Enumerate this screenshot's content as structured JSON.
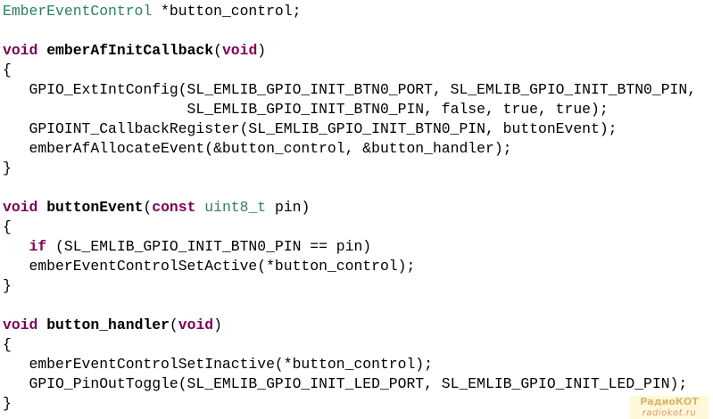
{
  "code_lines": [
    [
      {
        "t": "EmberEventControl",
        "c": "type"
      },
      {
        "t": " *button_control;",
        "c": ""
      }
    ],
    [],
    [
      {
        "t": "void",
        "c": "kw"
      },
      {
        "t": " ",
        "c": ""
      },
      {
        "t": "emberAfInitCallback",
        "c": "fn"
      },
      {
        "t": "(",
        "c": ""
      },
      {
        "t": "void",
        "c": "kw"
      },
      {
        "t": ")",
        "c": ""
      }
    ],
    [
      {
        "t": "{",
        "c": ""
      }
    ],
    [
      {
        "t": "   GPIO_ExtIntConfig(SL_EMLIB_GPIO_INIT_BTN0_PORT, SL_EMLIB_GPIO_INIT_BTN0_PIN,",
        "c": ""
      }
    ],
    [
      {
        "t": "                     SL_EMLIB_GPIO_INIT_BTN0_PIN, false, true, true);",
        "c": ""
      }
    ],
    [
      {
        "t": "   GPIOINT_CallbackRegister(SL_EMLIB_GPIO_INIT_BTN0_PIN, buttonEvent);",
        "c": ""
      }
    ],
    [
      {
        "t": "   emberAfAllocateEvent(&button_control, &button_handler);",
        "c": ""
      }
    ],
    [
      {
        "t": "}",
        "c": ""
      }
    ],
    [],
    [
      {
        "t": "void",
        "c": "kw"
      },
      {
        "t": " ",
        "c": ""
      },
      {
        "t": "buttonEvent",
        "c": "fn"
      },
      {
        "t": "(",
        "c": ""
      },
      {
        "t": "const",
        "c": "kw"
      },
      {
        "t": " ",
        "c": ""
      },
      {
        "t": "uint8_t",
        "c": "type"
      },
      {
        "t": " pin)",
        "c": ""
      }
    ],
    [
      {
        "t": "{",
        "c": ""
      }
    ],
    [
      {
        "t": "   ",
        "c": ""
      },
      {
        "t": "if",
        "c": "kw"
      },
      {
        "t": " (SL_EMLIB_GPIO_INIT_BTN0_PIN == pin)",
        "c": ""
      }
    ],
    [
      {
        "t": "   emberEventControlSetActive(*button_control);",
        "c": ""
      }
    ],
    [
      {
        "t": "}",
        "c": ""
      }
    ],
    [],
    [
      {
        "t": "void",
        "c": "kw"
      },
      {
        "t": " ",
        "c": ""
      },
      {
        "t": "button_handler",
        "c": "fn"
      },
      {
        "t": "(",
        "c": ""
      },
      {
        "t": "void",
        "c": "kw"
      },
      {
        "t": ")",
        "c": ""
      }
    ],
    [
      {
        "t": "{",
        "c": ""
      }
    ],
    [
      {
        "t": "   emberEventControlSetInactive(*button_control);",
        "c": ""
      }
    ],
    [
      {
        "t": "   GPIO_PinOutToggle(SL_EMLIB_GPIO_INIT_LED_PORT, SL_EMLIB_GPIO_INIT_LED_PIN);",
        "c": ""
      }
    ],
    [
      {
        "t": "}",
        "c": ""
      }
    ]
  ],
  "colors": {
    "keyword": "#7f0055",
    "type": "#2f7f5f",
    "text": "#000000"
  },
  "watermark": {
    "logo": "РадиоКОТ",
    "site": "radiokot.ru"
  }
}
